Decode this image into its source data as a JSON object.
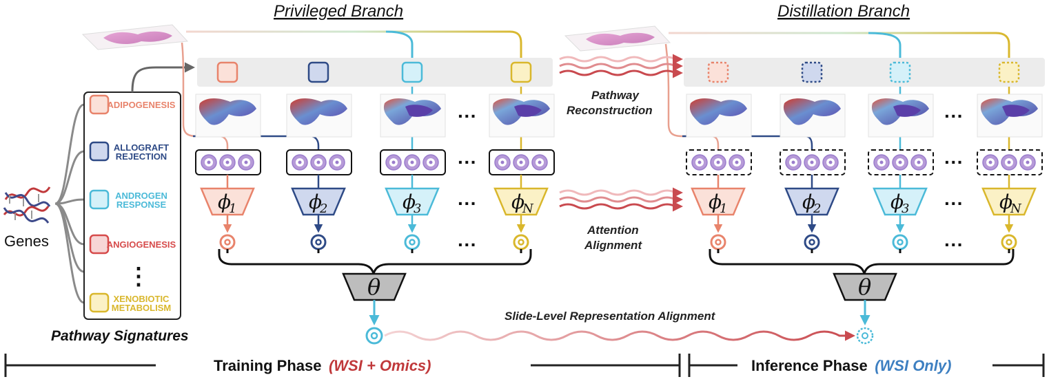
{
  "branches": {
    "privileged": "Privileged Branch",
    "distillation": "Distillation Branch"
  },
  "genes_label": "Genes",
  "pathway_signatures_title": "Pathway Signatures",
  "pathways": [
    {
      "lines": [
        "ADIPOGENESIS"
      ],
      "color": "#e8836b",
      "fill": "#fbe1d9"
    },
    {
      "lines": [
        "ALLOGRAFT",
        "REJECTION"
      ],
      "color": "#2e4a86",
      "fill": "#cfd8ee"
    },
    {
      "lines": [
        "ANDROGEN",
        "RESPONSE"
      ],
      "color": "#4bbad8",
      "fill": "#d5f1f9"
    },
    {
      "lines": [
        "ANGIOGENESIS"
      ],
      "color": "#d64a4a",
      "fill": "#f7d6d6"
    },
    {
      "lines": [
        "XENOBIOTIC",
        "METABOLISM"
      ],
      "color": "#d9b72c",
      "fill": "#fbf1c6"
    }
  ],
  "ellipsis": "⋮",
  "h_ellipsis": "···",
  "phi_symbol": "ϕ",
  "phi_subscripts": [
    "1",
    "2",
    "3",
    "N"
  ],
  "theta_symbol": "θ",
  "notes": {
    "pathway_reconstruction": [
      "Pathway",
      "Reconstruction"
    ],
    "attention_alignment": [
      "Attention",
      "Alignment"
    ],
    "slide_alignment": "Slide-Level Representation Alignment"
  },
  "phases": {
    "training": "Training Phase",
    "training_em": "(WSI + Omics)",
    "inference": "Inference Phase",
    "inference_em": "(WSI Only)"
  },
  "colors": {
    "training_em": "#c0393b",
    "inference_em": "#3d7fc1",
    "wave": "#c94a4f",
    "theta_fill": "#bdbdbd",
    "panel_gray": "#ececec"
  }
}
